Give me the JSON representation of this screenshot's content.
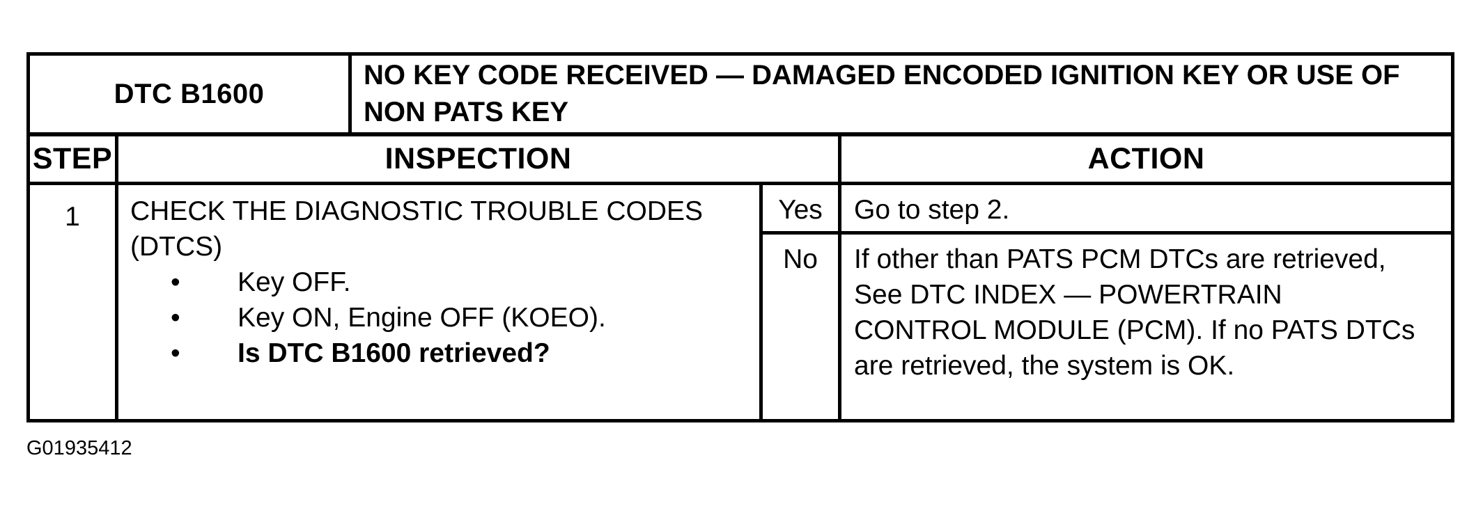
{
  "document": {
    "background_color": "#ffffff",
    "text_color": "#000000",
    "border_color": "#000000",
    "figure_id": "G01935412",
    "table": {
      "dtc_code": "DTC B1600",
      "title_lines": [
        "NO KEY CODE RECEIVED — DAMAGED ENCODED IGNITION KEY OR USE OF",
        "NON PATS KEY"
      ],
      "column_headers": [
        "STEP",
        "INSPECTION",
        "ACTION"
      ],
      "steps": [
        {
          "step_number": "1",
          "inspection": {
            "title_lines": [
              "CHECK THE DIAGNOSTIC TROUBLE CODES",
              "(DTCS)"
            ],
            "bullet_icon": "•",
            "bullets": [
              {
                "text": "Key OFF.",
                "bold": false
              },
              {
                "text": "Key ON, Engine OFF (KOEO).",
                "bold": false
              },
              {
                "text": "Is DTC B1600 retrieved?",
                "bold": true
              }
            ]
          },
          "outcomes": [
            {
              "label": "Yes",
              "action_lines": [
                "Go to step 2."
              ]
            },
            {
              "label": "No",
              "action_lines": [
                "If other than PATS PCM DTCs are retrieved,",
                "See DTC INDEX — POWERTRAIN",
                "CONTROL MODULE (PCM). If no PATS DTCs",
                "are retrieved, the system is OK."
              ]
            }
          ]
        }
      ]
    }
  }
}
